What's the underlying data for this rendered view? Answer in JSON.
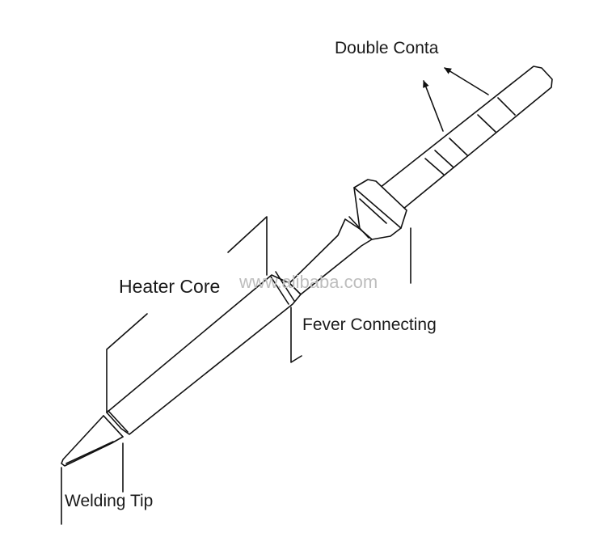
{
  "labels": {
    "double_contact": "Double Conta",
    "heater_core": "Heater Core",
    "fever_connecting": "Fever Connecting",
    "welding_tip": "Welding Tip"
  },
  "watermark": "www.alibaba.com",
  "colors": {
    "stroke": "#111111",
    "text": "#1a1a1a",
    "background": "#ffffff",
    "watermark": "#bdbdbd"
  }
}
